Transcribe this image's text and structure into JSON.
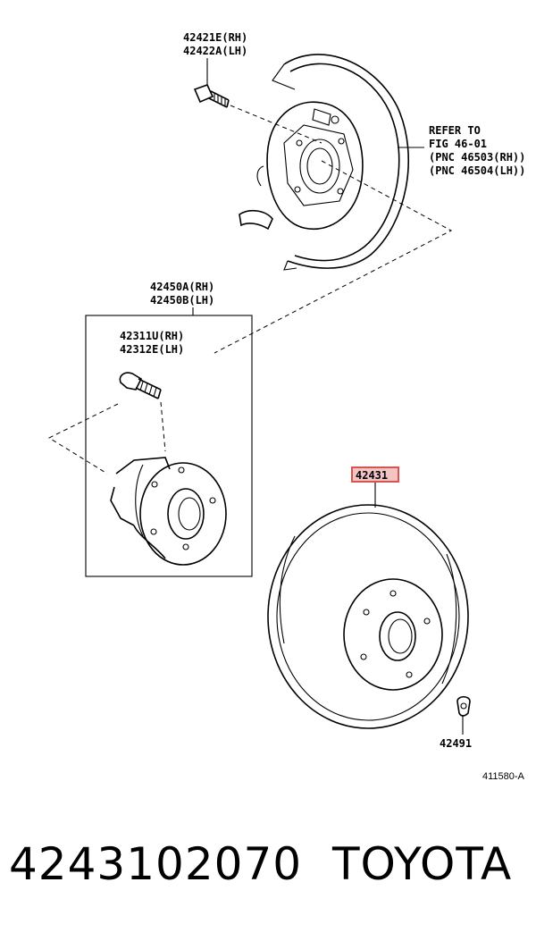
{
  "labels": {
    "backing_plate_rh": "42421E(RH)",
    "backing_plate_lh": "42422A(LH)",
    "refer_line1": "REFER TO",
    "refer_line2": "FIG 46-01",
    "refer_line3": "(PNC 46503(RH))",
    "refer_line4": "(PNC 46504(LH))",
    "hub_assy_rh": "42450A(RH)",
    "hub_assy_lh": "42450B(LH)",
    "bolt_rh": "42311U(RH)",
    "bolt_lh": "42312E(LH)",
    "disc": "42431",
    "plug": "42491",
    "figure_code": "411580-A"
  },
  "footer": {
    "part_number": "4243102070",
    "brand": "TOYOTA"
  },
  "colors": {
    "highlight_border": "#d9534f",
    "highlight_fill": "#f2c4c4",
    "ink": "#000000"
  }
}
